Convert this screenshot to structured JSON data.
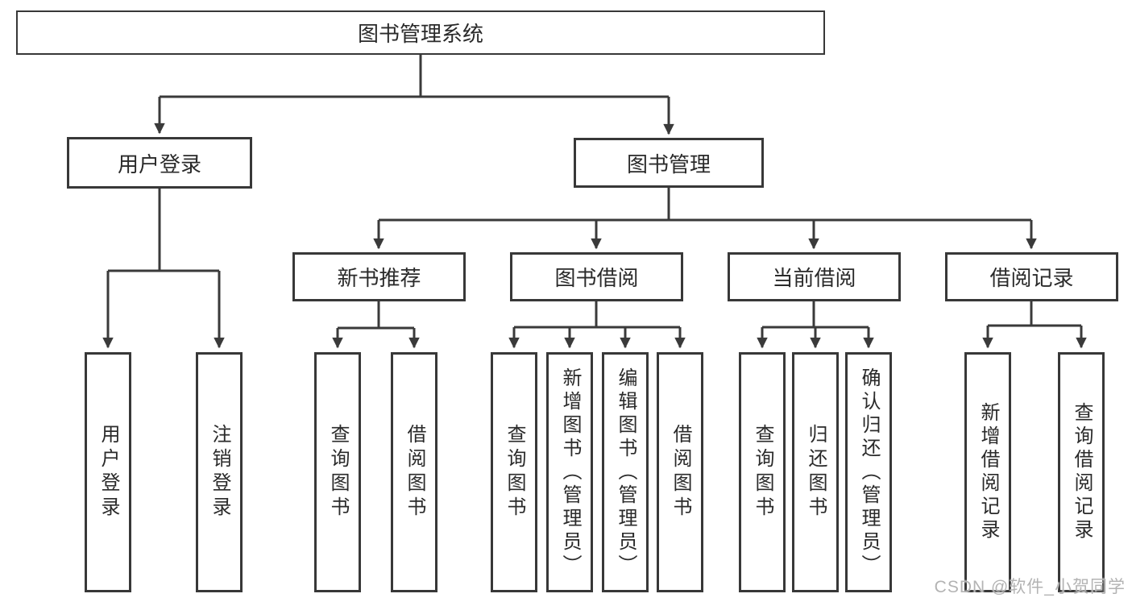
{
  "diagram": {
    "root": {
      "label": "图书管理系统"
    },
    "user_login": {
      "label": "用户登录",
      "children": {
        "login": {
          "label": "用户登录"
        },
        "logout": {
          "label": "注销登录"
        }
      }
    },
    "book_mgmt": {
      "label": "图书管理",
      "children": {
        "new_book": {
          "label": "新书推荐",
          "children": {
            "query": {
              "label": "查询图书"
            },
            "borrow": {
              "label": "借阅图书"
            }
          }
        },
        "book_borrow": {
          "label": "图书借阅",
          "children": {
            "query": {
              "label": "查询图书"
            },
            "add": {
              "label": "新增图书（管理员）"
            },
            "edit": {
              "label": "编辑图书（管理员）"
            },
            "borrow": {
              "label": "借阅图书"
            }
          }
        },
        "current_borrow": {
          "label": "当前借阅",
          "children": {
            "query": {
              "label": "查询图书"
            },
            "return": {
              "label": "归还图书"
            },
            "confirm": {
              "label": "确认归还（管理员）"
            }
          }
        },
        "records": {
          "label": "借阅记录",
          "children": {
            "add": {
              "label": "新增借阅记录"
            },
            "query": {
              "label": "查询借阅记录"
            }
          }
        }
      }
    }
  },
  "watermark": {
    "text": "CSDN @软件_小贺同学"
  },
  "colors": {
    "line": "#3a3a3a",
    "box_border": "#383838",
    "text": "#2a2a2a",
    "watermark": "#b3b3b3",
    "bg": "#ffffff"
  }
}
